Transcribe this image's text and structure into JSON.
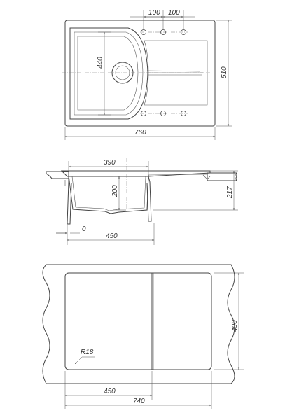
{
  "top_view": {
    "dim_hole_spacing_1": "100",
    "dim_hole_spacing_2": "100",
    "dim_bowl_height": "440",
    "dim_overall_depth": "510",
    "dim_overall_width": "760"
  },
  "section_view": {
    "dim_bowl_width": "390",
    "dim_bowl_depth": "200",
    "dim_total_height": "217",
    "dim_offset": "0",
    "dim_cutout_offset": "450"
  },
  "cutout_view": {
    "dim_corner_radius": "R18",
    "dim_cutout_height": "490",
    "dim_divider_position": "450",
    "dim_cutout_width": "740"
  }
}
